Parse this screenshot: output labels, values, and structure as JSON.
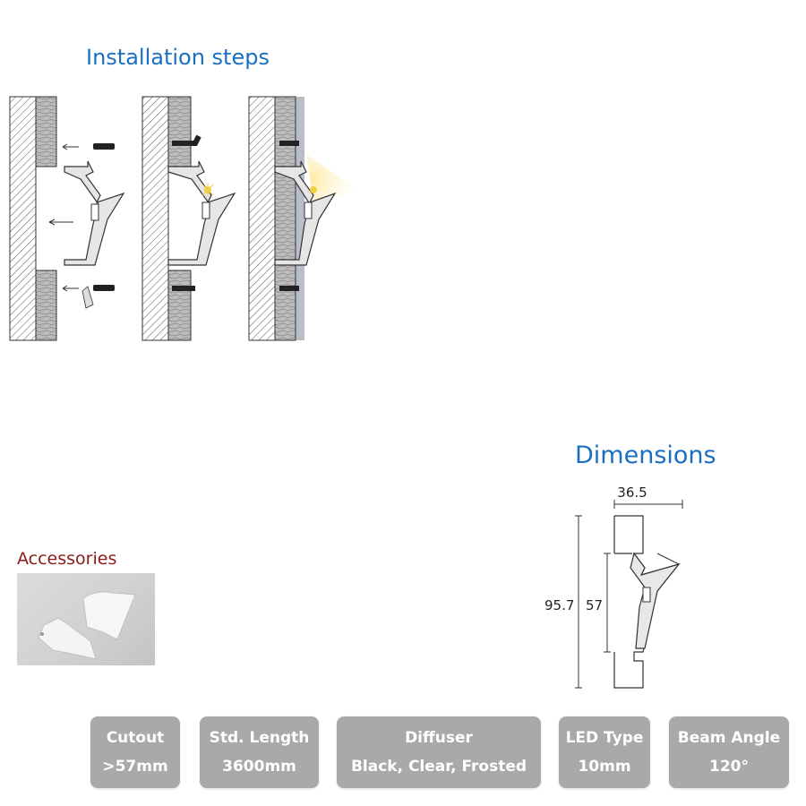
{
  "installation": {
    "title": "Installation steps"
  },
  "dimensions": {
    "title": "Dimensions",
    "width": "36.5",
    "total_height": "95.7",
    "cutout_height": "57"
  },
  "accessories": {
    "title": "Accessories"
  },
  "specs": [
    {
      "label": "Cutout",
      "value": ">57mm"
    },
    {
      "label": "Std. Length",
      "value": "3600mm"
    },
    {
      "label": "Diffuser",
      "value": "Black, Clear, Frosted"
    },
    {
      "label": "LED Type",
      "value": "10mm"
    },
    {
      "label": "Beam Angle",
      "value": "120°"
    }
  ],
  "colors": {
    "heading_blue": "#1b6fc0",
    "accessories_red": "#8c1a1a",
    "spec_gray": "#a9a9a9"
  }
}
